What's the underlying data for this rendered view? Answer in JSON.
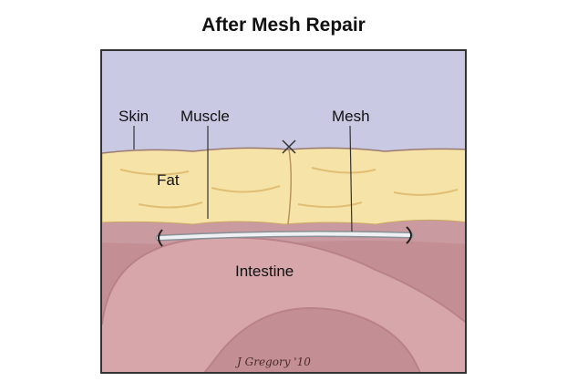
{
  "title": "After Mesh Repair",
  "labels": {
    "skin": "Skin",
    "muscle": "Muscle",
    "mesh": "Mesh",
    "fat": "Fat",
    "intestine": "Intestine"
  },
  "signature": "J Gregory '10",
  "colors": {
    "sky": "#c9c9e4",
    "fat": "#f6e3a8",
    "fat_shadow": "#e6c77c",
    "muscle": "#c99aa0",
    "intestine": "#d7a6aa",
    "intestine_dark": "#b98288",
    "mesh": "#dfe4ea",
    "frame": "#333333"
  }
}
